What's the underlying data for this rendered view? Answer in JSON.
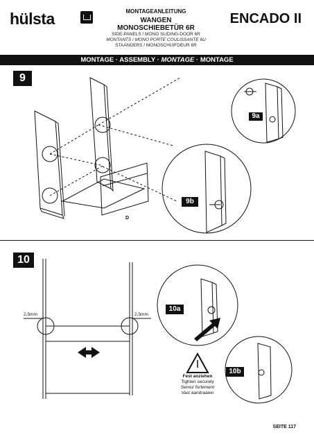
{
  "brand": "hülsta",
  "header": {
    "title_small": "MONTAGEANLEITUNG",
    "title_1": "WANGEN",
    "title_2": "MONOSCHIEBETÜR 6R",
    "sub_1": "SIDE-PANELS / MONO SLIDING-DOOR 6R",
    "sub_2": "MONTANTS  / MONO PORTE COULISSANTE 6U",
    "sub_3": "STAANDERS  / MONOSCHUIFDEUR 6R",
    "product": "ENCADO II"
  },
  "bar": {
    "de": "MONTAGE",
    "sep": "·",
    "en": "ASSEMBLY",
    "fr": "MONTAGE",
    "nl": "MONTAGE"
  },
  "steps": {
    "s9": "9",
    "s9a": "9a",
    "s9b": "9b",
    "s9_label_d": "D",
    "s10": "10",
    "s10a": "10a",
    "s10b": "10b",
    "gap_left": "2,5mm",
    "gap_right": "2,5mm"
  },
  "warning": {
    "de": "Fest anziehen",
    "en": "Tighten securely",
    "fr": "Serrez fortement",
    "nl": "Vast aandraaien"
  },
  "footer": {
    "page": "SEITE 117"
  },
  "icons": [
    "brand-logo-icon",
    "screw-icon",
    "arrow-icon",
    "double-arrow-icon",
    "warning-triangle-icon"
  ]
}
